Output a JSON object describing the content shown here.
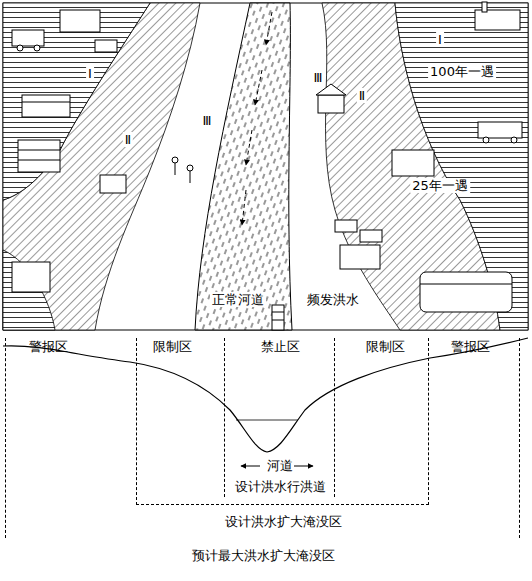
{
  "diagram": {
    "nodes": [
      {
        "text": [
          "预计最大洪水扩大淹没区"
        ]
      },
      {
        "text": [
          "设计洪水扩大淹没区"
        ],
        "in": 0
      },
      {
        "text": [
          "禁止区",
          "河道",
          "设计洪水行洪道"
        ],
        "in": 1
      }
    ],
    "labels": [
      "Ⅰ",
      "Ⅱ",
      "Ⅲ",
      "Ⅲ",
      "Ⅱ",
      "Ⅰ",
      "100年一遇",
      "25年一遇",
      "正常河道",
      "频发洪水",
      "警报区",
      "限制区",
      "限制区",
      "警报区"
    ]
  }
}
